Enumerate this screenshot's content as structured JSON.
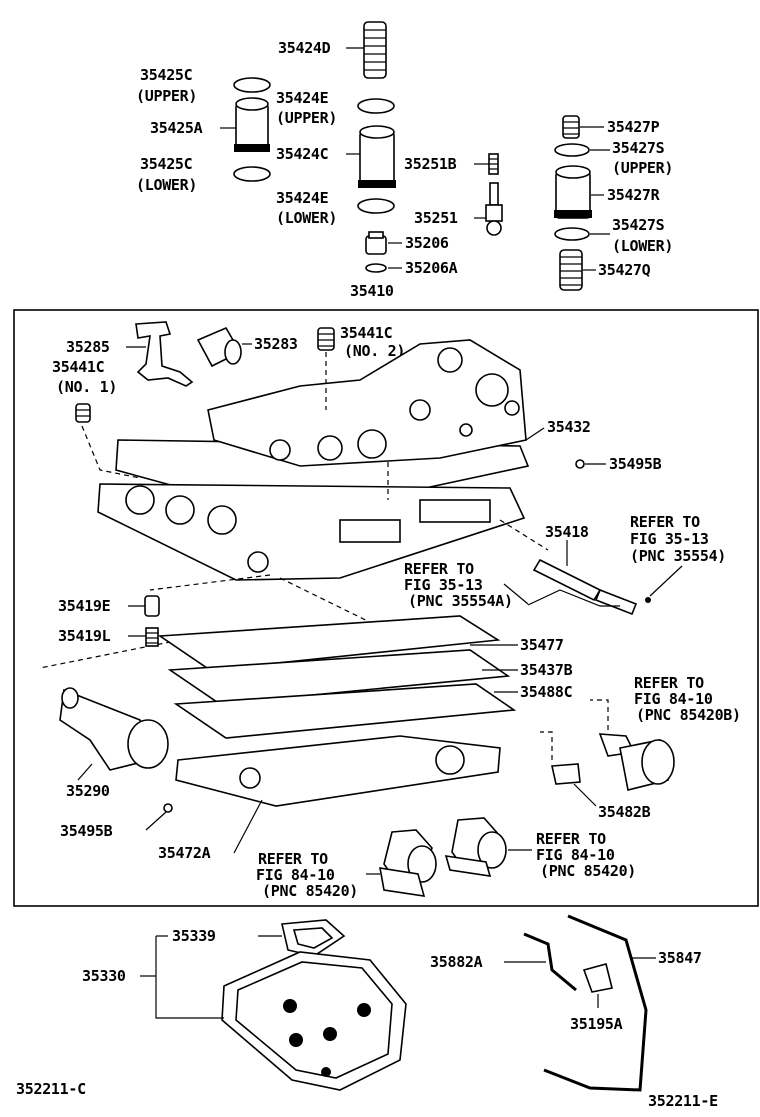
{
  "labels": {
    "p35424D": "35424D",
    "p35425C_up": "35425C",
    "upper_a": "(UPPER)",
    "p35424E_up": "35424E",
    "upper_b": "(UPPER)",
    "p35425A": "35425A",
    "p35424C": "35424C",
    "p35425C_lo": "35425C",
    "lower_a": "(LOWER)",
    "p35251B": "35251B",
    "p35424E_lo": "35424E",
    "lower_b": "(LOWER)",
    "p35251": "35251",
    "p35206": "35206",
    "p35206A": "35206A",
    "p35427P": "35427P",
    "p35427S_up": "35427S",
    "upper_c": "(UPPER)",
    "p35427R": "35427R",
    "p35427S_lo": "35427S",
    "lower_c": "(LOWER)",
    "p35427Q": "35427Q",
    "p35410": "35410",
    "p35285": "35285",
    "p35283": "35283",
    "p35441C_2": "35441C",
    "no2": "(NO. 2)",
    "p35441C_1": "35441C",
    "no1": "(NO. 1)",
    "p35432": "35432",
    "p35495B_top": "35495B",
    "p35418": "35418",
    "refer1_a": "REFER TO",
    "refer1_b": "FIG 35-13",
    "refer1_c": "(PNC 35554)",
    "refer2_a": "REFER TO",
    "refer2_b": "FIG 35-13",
    "refer2_c": "(PNC 35554A)",
    "p35419E": "35419E",
    "p35419L": "35419L",
    "p35477": "35477",
    "p35437B": "35437B",
    "p35488C": "35488C",
    "refer3_a": "REFER TO",
    "refer3_b": "FIG 84-10",
    "refer3_c": "(PNC 85420B)",
    "p35290": "35290",
    "p35482B": "35482B",
    "p35495B_bot": "35495B",
    "p35472A": "35472A",
    "refer4_a": "REFER TO",
    "refer4_b": "FIG 84-10",
    "refer4_c": "(PNC 85420)",
    "refer5_a": "REFER TO",
    "refer5_b": "FIG 84-10",
    "refer5_c": "(PNC 85420)",
    "p35339": "35339",
    "p35330": "35330",
    "p35882A": "35882A",
    "p35847": "35847",
    "p35195A": "35195A",
    "code_left": "352211-C",
    "code_right": "352211-E"
  }
}
